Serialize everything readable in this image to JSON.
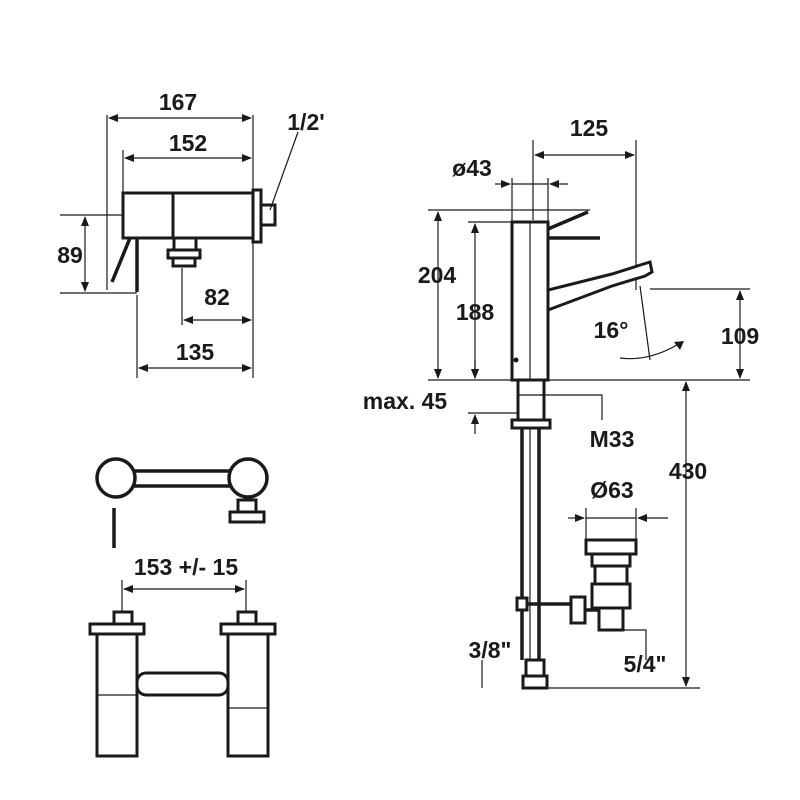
{
  "drawing": {
    "side_view": {
      "width_total": "167",
      "width_body": "152",
      "connection": "1/2'",
      "height": "89",
      "outlet_offset": "82",
      "depth": "135"
    },
    "front_view": {
      "spacing": "153 +/- 15"
    },
    "basin_mixer": {
      "spout_projection": "125",
      "diameter_body": "ø43",
      "height_total": "204",
      "height_body": "188",
      "spout_angle": "16°",
      "spout_height": "109",
      "max_thickness": "max. 45",
      "thread": "M33",
      "waste_diameter": "Ø63",
      "overall_length": "430",
      "supply_connection": "3/8\"",
      "waste_connection": "5/4\""
    }
  }
}
